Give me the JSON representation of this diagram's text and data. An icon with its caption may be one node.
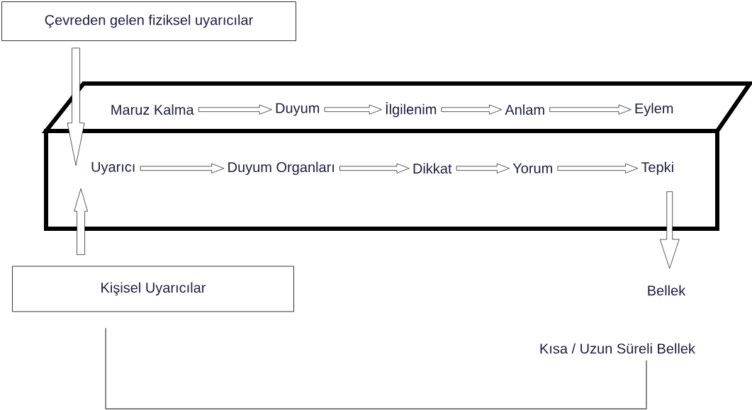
{
  "diagram": {
    "nodes": [
      {
        "text": [
          "Çevreden gelen fiziksel uyarıcılar"
        ]
      },
      {
        "text": [],
        "shape": "parallelogram"
      },
      {
        "text": [
          "Maruz Kalma"
        ],
        "in": 1
      },
      {
        "text": [
          "Duyum"
        ],
        "in": 1
      },
      {
        "text": [
          "İlgilenim"
        ],
        "in": 1
      },
      {
        "text": [
          "Anlam"
        ],
        "in": 1
      },
      {
        "text": [
          "Eylem"
        ],
        "in": 1
      },
      {
        "text": [],
        "shape": "box"
      },
      {
        "text": [
          "Uyarıcı"
        ],
        "in": 7
      },
      {
        "text": [
          "Duyum Organları"
        ],
        "in": 7
      },
      {
        "text": [
          "Dikkat"
        ],
        "in": 7
      },
      {
        "text": [
          "Yorum"
        ],
        "in": 7
      },
      {
        "text": [
          "Tepki"
        ],
        "in": 7
      },
      {
        "text": [
          "Kişisel Uyarıcılar"
        ]
      },
      {
        "text": [
          "Bellek"
        ]
      },
      {
        "text": [
          "Kısa / Uzun Süreli Bellek"
        ]
      }
    ],
    "edges": [
      {
        "from": 0,
        "to": 8,
        "arrow": "to"
      },
      {
        "from": 2,
        "to": 3,
        "arrow": "to"
      },
      {
        "from": 3,
        "to": 4,
        "arrow": "to"
      },
      {
        "from": 4,
        "to": 5,
        "arrow": "to"
      },
      {
        "from": 5,
        "to": 6,
        "arrow": "to"
      },
      {
        "from": 8,
        "to": 9,
        "arrow": "to"
      },
      {
        "from": 9,
        "to": 10,
        "arrow": "to"
      },
      {
        "from": 10,
        "to": 11,
        "arrow": "to"
      },
      {
        "from": 11,
        "to": 12,
        "arrow": "to"
      },
      {
        "from": 13,
        "to": 8,
        "arrow": "to"
      },
      {
        "from": 12,
        "to": 14,
        "arrow": "to"
      },
      {
        "from": 13,
        "to": 15,
        "arrow": "none"
      }
    ]
  }
}
